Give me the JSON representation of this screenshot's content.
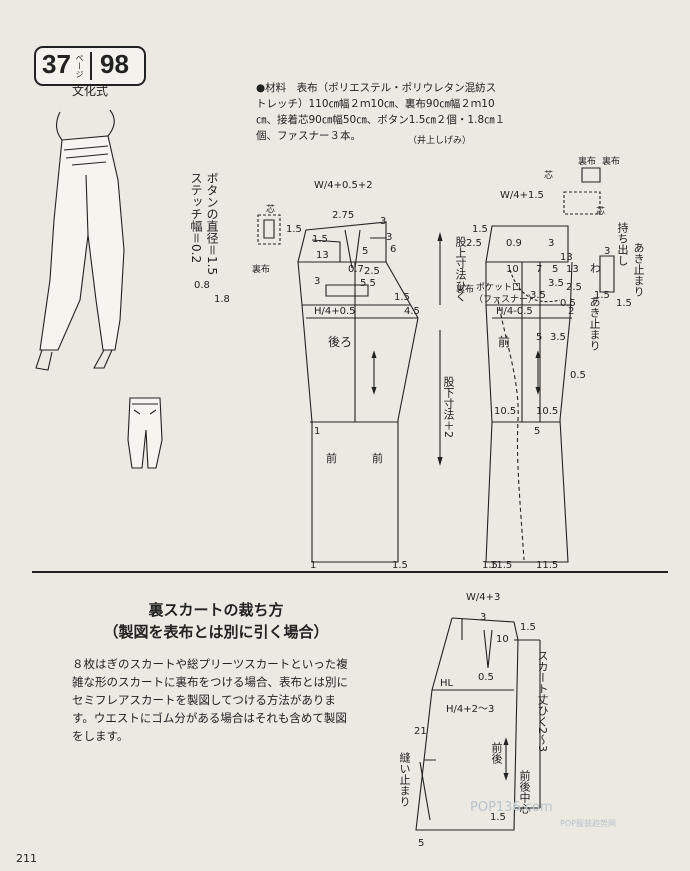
{
  "badge": {
    "left_num": "37",
    "ruby": "ページ",
    "right_num": "98",
    "subtitle": "文化式"
  },
  "materials": {
    "text": "●材料　表布（ポリエステル・ポリウレタン混紡ストレッチ）110㎝幅２ｍ10㎝、裏布90㎝幅２ｍ10㎝、接着芯90㎝幅50㎝、ボタン1.5㎝２個・1.8㎝１個、ファスナー３本。",
    "author": "（井上しげみ）"
  },
  "notes": {
    "button_diameter": "ボタンの直径＝1.5",
    "button_d2": "1.8",
    "stitch_width": "ステッチ幅＝0.2",
    "stitch_w2": "0.8"
  },
  "back_pattern": {
    "formula": "W/4+0.5+2",
    "hl_formula": "H/4+0.5",
    "name": "後ろ",
    "lower_left": "前",
    "lower_right": "前",
    "labels": {
      "core": "芯",
      "lining": "裏布",
      "n15a": "1.5",
      "n275": "2.75",
      "n3a": "3",
      "n3b": "3",
      "n15b": "1.5",
      "n13": "13",
      "n5": "5",
      "n6": "6",
      "n07": "0.7",
      "n25": "2.5",
      "n3c": "3",
      "n55": "5.5",
      "n1": "1",
      "n15c": "1.5",
      "n45": "4.5",
      "b1": "1",
      "b15": "1.5"
    }
  },
  "front_pattern": {
    "formula": "W/4+1.5",
    "hl_formula": "H/4-0.5",
    "name": "前",
    "rise_label": "股上寸法ひく",
    "inseam_label": "股下寸法＋2",
    "pocket_label": "ポケット口",
    "zipper_label": "（ファスナー）",
    "lining_label": "裏布",
    "labels": {
      "core": "芯",
      "lining": "裏布",
      "lining2": "裏布",
      "core2": "芯",
      "n15a": "1.5",
      "n25": "2.5",
      "n09": "0.9",
      "n3": "3",
      "n13": "13",
      "n10": "10",
      "n7": "7",
      "n5a": "5",
      "n35a": "3.5",
      "n25b": "2.5",
      "n2": "2",
      "n5b": "5",
      "n35b": "3.5",
      "n05": "0.5",
      "n105a": "10.5",
      "n105b": "10.5",
      "n5c": "5",
      "n115a": "11.5",
      "n115b": "11.5",
      "hem15": "1.5",
      "n13b": "13",
      "n15e": "1.5",
      "n35c": "3.5",
      "rail": "持ち出し",
      "fold": "わ",
      "stop1": "あき止まり",
      "stop2": "あき止まり",
      "n3d": "3",
      "n15f": "1.5",
      "n05b": "0.5"
    }
  },
  "skirt_section": {
    "title_line1": "裏スカートの裁ち方",
    "title_line2": "（製図を表布とは別に引く場合）",
    "body": "８枚はぎのスカートや総プリーツスカートといった複雑な形のスカートに裏布をつける場合、表布とは別にセミフレアスカートを製図してつける方法があります。ウエストにゴム分がある場合はそれも含めて製図をします。",
    "diagram": {
      "formula": "W/4+3",
      "hl": "HL",
      "hl_formula": "H/4+2～3",
      "length_label": "スカート丈ひく2～3",
      "fb": "前後",
      "cf": "前後中心",
      "seam_stop": "縫い止まり",
      "n15a": "1.5",
      "n3": "3",
      "n10": "10",
      "n05": "0.5",
      "n21": "21",
      "n15b": "1.5",
      "n5": "5"
    }
  },
  "page_number": "211",
  "watermark": "POP136.com",
  "watermark_sub": "POP服装趋势网"
}
